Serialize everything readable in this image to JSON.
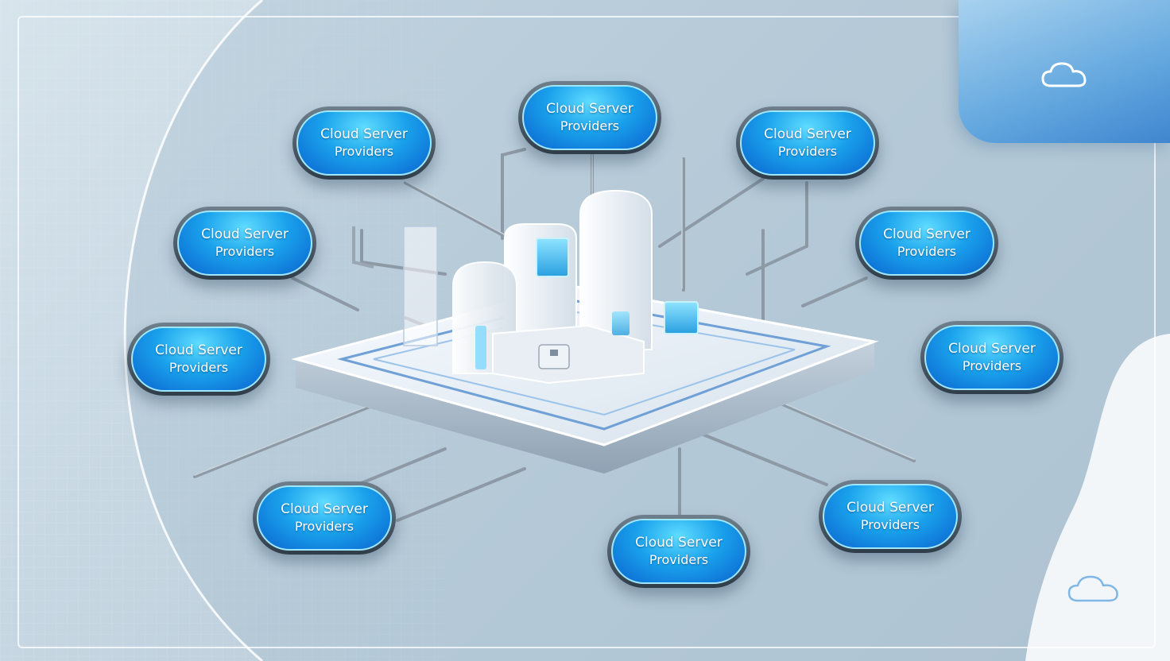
{
  "providers": [
    {
      "line1": "Cloud Server",
      "line2": "Providers"
    },
    {
      "line1": "Cloud Server",
      "line2": "Providers"
    },
    {
      "line1": "Cloud Server",
      "line2": "Providers"
    },
    {
      "line1": "Cloud Server",
      "line2": "Providers"
    },
    {
      "line1": "Cloud Server",
      "line2": "Providers"
    },
    {
      "line1": "Cloud Server",
      "line2": "Providers"
    },
    {
      "line1": "Cloud Server",
      "line2": "Providers"
    },
    {
      "line1": "Cloud Server",
      "line2": "Providers"
    },
    {
      "line1": "Cloud Server",
      "line2": "Providers"
    },
    {
      "line1": "Cloud Server",
      "line2": "Providers"
    }
  ],
  "icons": {
    "corner": "cloud-icon",
    "bottom_right": "cloud-icon",
    "hub": "server-platform-icon"
  },
  "colors": {
    "accent": "#1aa2ec",
    "accent_dark": "#0a63cf",
    "background": "#c2d3df"
  }
}
